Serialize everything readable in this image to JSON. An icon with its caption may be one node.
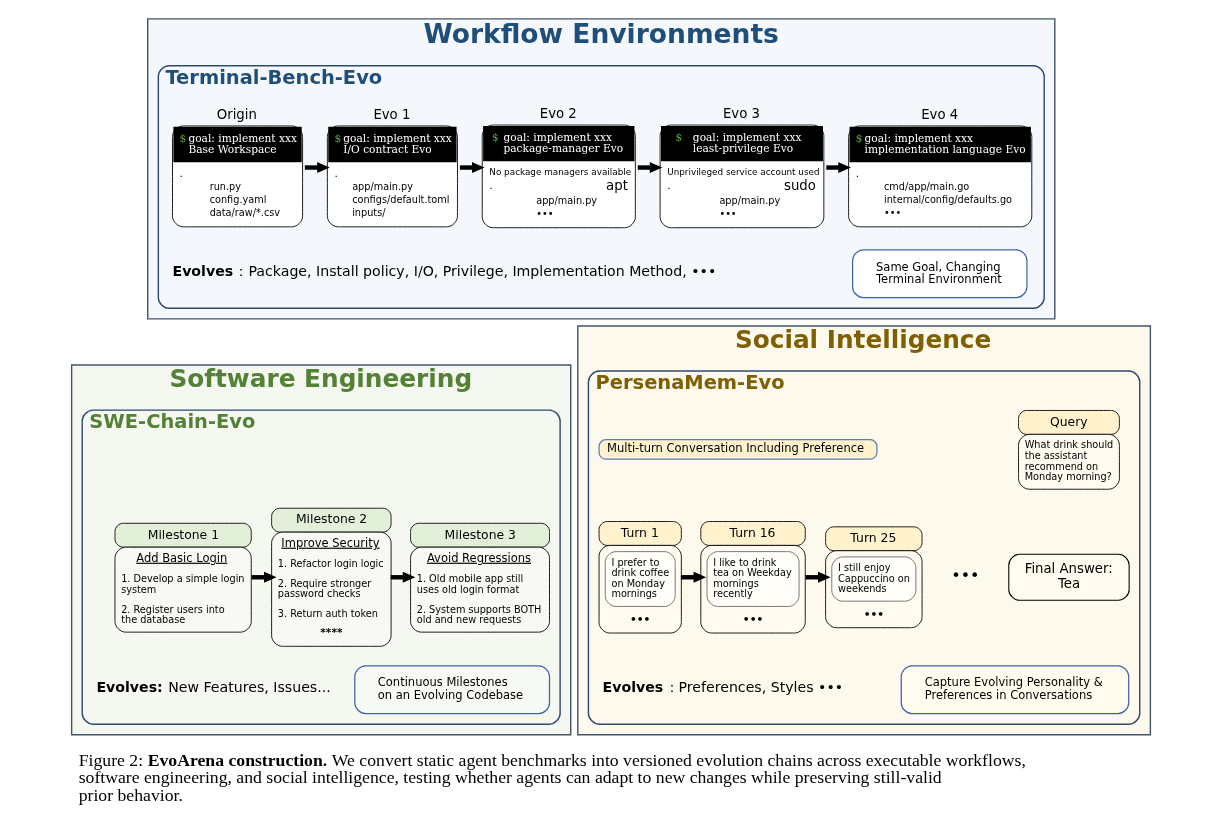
{
  "diagram": {
    "caption": "Figure 2: **EvoArena construction.** We convert static agent benchmarks into versioned evolution chains across executable workflows, software engineering, and social intelligence, testing whether agents can adapt to new changes while preserving still-valid prior behavior.",
    "nodes": [
      {
        "text": [
          "Workflow Environments"
        ]
      },
      {
        "text": [
          "Terminal-Bench-Evo"
        ],
        "in": 0
      },
      {
        "text": [
          "Origin",
          "$",
          "goal: implement xxx",
          "Base Workspace",
          ".",
          "run.py",
          "config.yaml",
          "data/raw/*.csv"
        ],
        "in": 1
      },
      {
        "text": [
          "Evo 1",
          "$",
          "goal: implement xxx",
          "I/O contract Evo",
          ".",
          "app/main.py",
          "configs/default.toml",
          "inputs/"
        ],
        "in": 1
      },
      {
        "text": [
          "Evo 2",
          "$",
          "goal: implement xxx",
          "package-manager Evo",
          "No package managers available",
          ".",
          "apt",
          "app/main.py",
          "•••"
        ],
        "in": 1
      },
      {
        "text": [
          "Evo 3",
          "$",
          "goal: implement xxx",
          "least-privilege Evo",
          "Unprivileged service account used",
          ".",
          "sudo",
          "app/main.py",
          "•••"
        ],
        "in": 1
      },
      {
        "text": [
          "Evo 4",
          "$",
          "goal: implement xxx",
          "implementation language Evo",
          ".",
          "cmd/app/main.go",
          "internal/config/defaults.go",
          "•••"
        ],
        "in": 1
      },
      {
        "text": [
          "Same Goal, Changing Terminal Environment"
        ],
        "in": 1
      },
      {
        "text": [
          "Software Engineering"
        ]
      },
      {
        "text": [
          "SWE-Chain-Evo"
        ],
        "in": 8
      },
      {
        "text": [
          "Milestone 1",
          "Add Basic Login",
          "1. Develop a simple login system",
          "2. Register users into the database"
        ],
        "in": 9
      },
      {
        "text": [
          "Milestone 2",
          "Improve Security",
          "1. Refactor login logic",
          "2. Require stronger password checks",
          "3. Return auth token",
          "****"
        ],
        "in": 9
      },
      {
        "text": [
          "Milestone 3",
          "Avoid Regressions",
          "1. Old mobile app still uses old login format",
          "2. System supports BOTH old and new requests"
        ],
        "in": 9
      },
      {
        "text": [
          "Continuous Milestones on an Evolving Codebase"
        ],
        "in": 9
      },
      {
        "text": [
          "Social Intelligence"
        ]
      },
      {
        "text": [
          "PersenaMem-Evo"
        ],
        "in": 14
      },
      {
        "text": [
          "Multi-turn Conversation Including Preference"
        ],
        "in": 15
      },
      {
        "text": [
          "Turn 1",
          "I prefer to drink coffee on Monday mornings",
          "•••"
        ],
        "in": 15
      },
      {
        "text": [
          "Turn 16",
          "I like to drink tea on Weekday mornings recently",
          "•••"
        ],
        "in": 15
      },
      {
        "text": [
          "Turn 25",
          "I still enjoy Cappuccino on weekends",
          "•••"
        ],
        "in": 15
      },
      {
        "text": [
          "Query",
          "What drink should the assistant recommend on Monday morning?"
        ],
        "in": 15
      },
      {
        "text": [
          "Final Answer: Tea"
        ],
        "in": 15
      },
      {
        "text": [
          "Capture Evolving Personality & Preferences in Conversations"
        ],
        "in": 15
      }
    ],
    "edges": [
      {
        "from": 2,
        "to": 3,
        "arrow": "to"
      },
      {
        "from": 3,
        "to": 4,
        "arrow": "to"
      },
      {
        "from": 4,
        "to": 5,
        "arrow": "to"
      },
      {
        "from": 5,
        "to": 6,
        "arrow": "to"
      },
      {
        "from": 10,
        "to": 11,
        "arrow": "to"
      },
      {
        "from": 11,
        "to": 12,
        "arrow": "to"
      },
      {
        "from": 17,
        "to": 18,
        "arrow": "to"
      },
      {
        "from": 18,
        "to": 19,
        "arrow": "to"
      }
    ],
    "labels": [
      "**Evolves**：Package, Install policy, I/O, Privilege, Implementation Method, •••",
      "**Evolves:** New Features, Issues...",
      "•••",
      "**Evolves**：Preferences, Styles •••"
    ]
  }
}
